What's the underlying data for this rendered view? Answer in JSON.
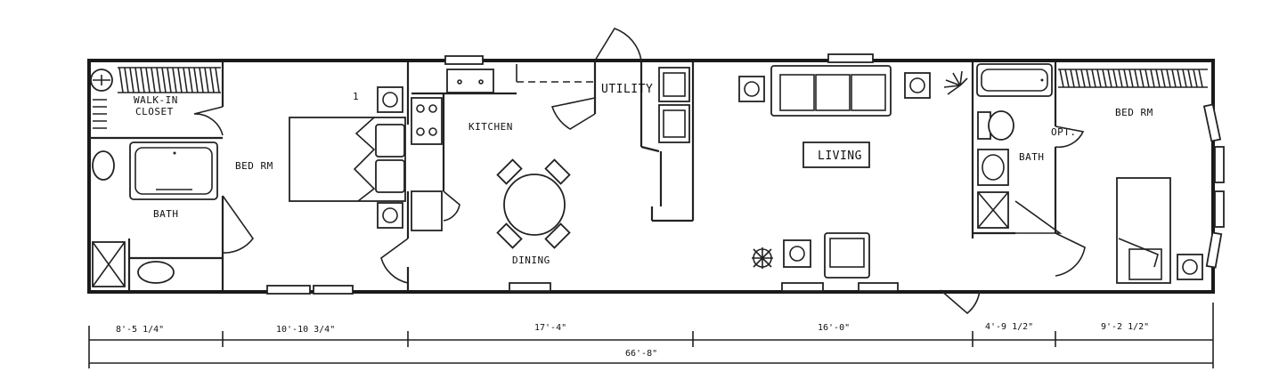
{
  "rooms": {
    "walk_in_closet": [
      "WALK-IN",
      "CLOSET"
    ],
    "bed_rm_master": "BED RM",
    "bath_master": "BATH",
    "kitchen": "KITCHEN",
    "utility": "UTILITY",
    "dining": "DINING",
    "living": "LIVING",
    "bath_rear": "BATH",
    "opt": "OPT.",
    "bed_rm_rear": "BED RM"
  },
  "dimensions": {
    "segments": [
      "8'-5 1/4\"",
      "10'-10 3/4\"",
      "17'-4\"",
      "16'-0\"",
      "4'-9 1/2\"",
      "9'-2 1/2\""
    ],
    "total": "66'-8\""
  },
  "markers": {
    "bed_number": "1"
  }
}
